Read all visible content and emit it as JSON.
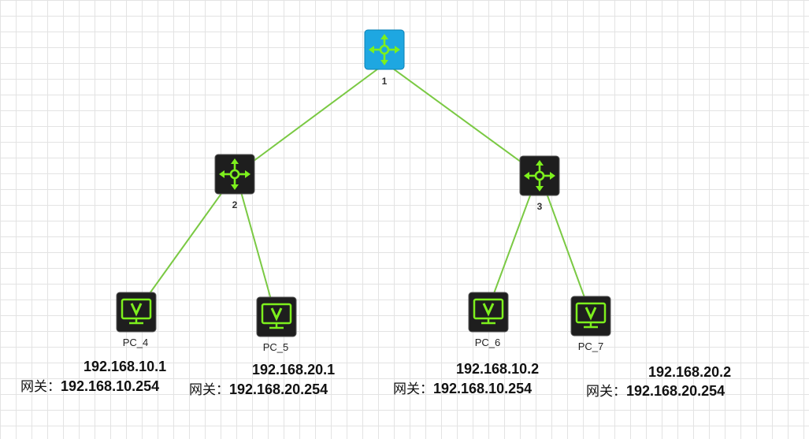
{
  "colors": {
    "link": "#7ac943",
    "core_switch_fill": "#1ea7e1",
    "device_fill": "#1e1e1e",
    "icon_green": "#7df01d"
  },
  "devices": {
    "sw1": {
      "label": "1",
      "icon": "core-switch-icon"
    },
    "sw2": {
      "label": "2",
      "icon": "switch-icon"
    },
    "sw3": {
      "label": "3",
      "icon": "switch-icon"
    }
  },
  "pcs": {
    "pc4": {
      "label": "PC_4",
      "ip": "192.168.10.1",
      "gateway_label": "网关：",
      "gateway": "192.168.10.254"
    },
    "pc5": {
      "label": "PC_5",
      "ip": "192.168.20.1",
      "gateway_label": "网关：",
      "gateway": "192.168.20.254"
    },
    "pc6": {
      "label": "PC_6",
      "ip": "192.168.10.2",
      "gateway_label": "网关：",
      "gateway": "192.168.10.254"
    },
    "pc7": {
      "label": "PC_7",
      "ip": "192.168.20.2",
      "gateway_label": "网关：",
      "gateway": "192.168.20.254"
    }
  },
  "links": [
    {
      "from": "sw1",
      "to": "sw2"
    },
    {
      "from": "sw1",
      "to": "sw3"
    },
    {
      "from": "sw2",
      "to": "pc4"
    },
    {
      "from": "sw2",
      "to": "pc5"
    },
    {
      "from": "sw3",
      "to": "pc6"
    },
    {
      "from": "sw3",
      "to": "pc7"
    }
  ]
}
